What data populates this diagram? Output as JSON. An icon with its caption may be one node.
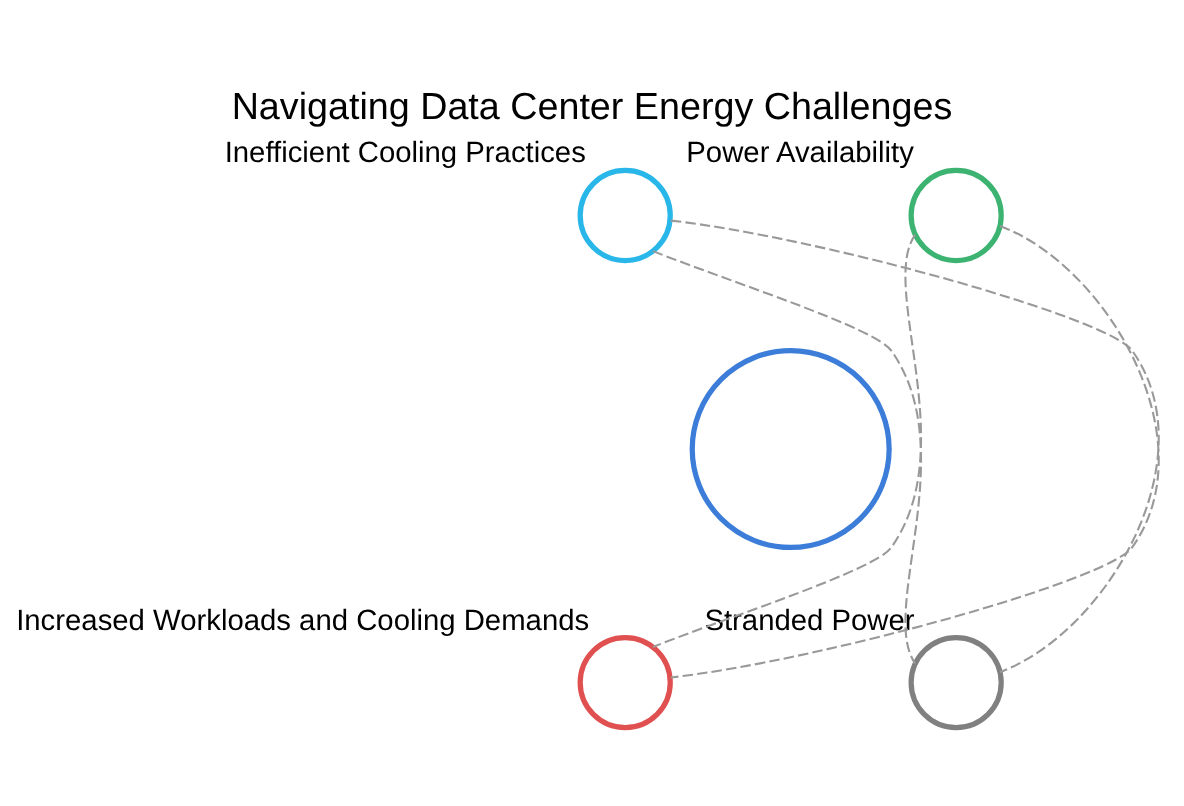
{
  "diagram": {
    "title": "Navigating Data Center Energy Challenges",
    "nodes": [
      {
        "text": [],
        "shape": "circle",
        "beside": [
          "Inefficient Cooling Practices"
        ]
      },
      {
        "text": [],
        "shape": "circle",
        "beside": [
          "Power Availability"
        ]
      },
      {
        "text": [],
        "shape": "circle"
      },
      {
        "text": [],
        "shape": "circle",
        "beside": [
          "Increased Workloads and Cooling Demands"
        ]
      },
      {
        "text": [],
        "shape": "circle",
        "beside": [
          "Stranded Power"
        ]
      }
    ],
    "edges": [
      {
        "from": 0,
        "to": 4,
        "arrow": "none",
        "style": "dashed"
      },
      {
        "from": 0,
        "to": 4,
        "arrow": "none",
        "style": "dashed"
      },
      {
        "from": 1,
        "to": 3,
        "arrow": "none",
        "style": "dashed"
      },
      {
        "from": 1,
        "to": 3,
        "arrow": "none",
        "style": "dashed"
      }
    ]
  }
}
